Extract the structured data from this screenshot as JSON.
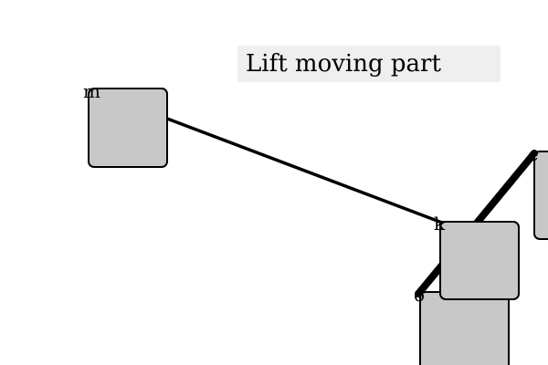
{
  "title": "Lift moving part",
  "colors": {
    "background": "#ffffff",
    "label_fill": "#efefef",
    "block_fill": "#c8c8c8",
    "stroke": "#000000"
  },
  "nodes": {
    "m": "m",
    "k": "k",
    "c": "c",
    "o": "o"
  }
}
